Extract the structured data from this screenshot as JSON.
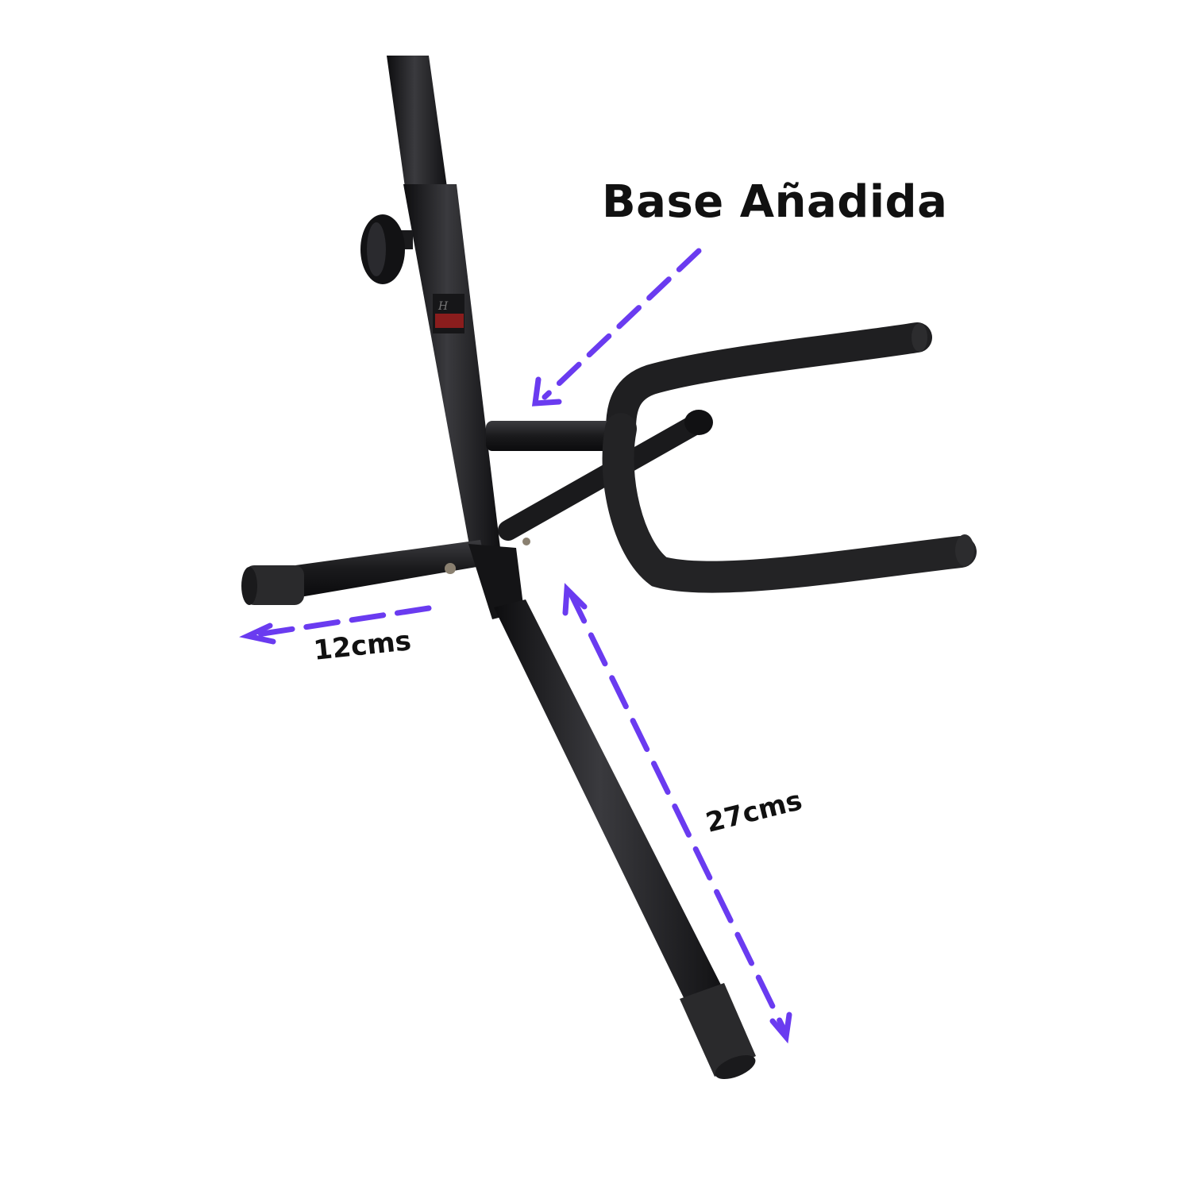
{
  "annotation": {
    "title": "Base Añadida",
    "foot_length": "12cms",
    "leg_length": "27cms"
  },
  "colors": {
    "arrow": "#6a3bf0",
    "metal": "#1c1c1e",
    "foam": "#232325",
    "rubber": "#2a2a2c",
    "background": "#ffffff"
  },
  "icons": {
    "logo_badge": "brand-badge"
  }
}
